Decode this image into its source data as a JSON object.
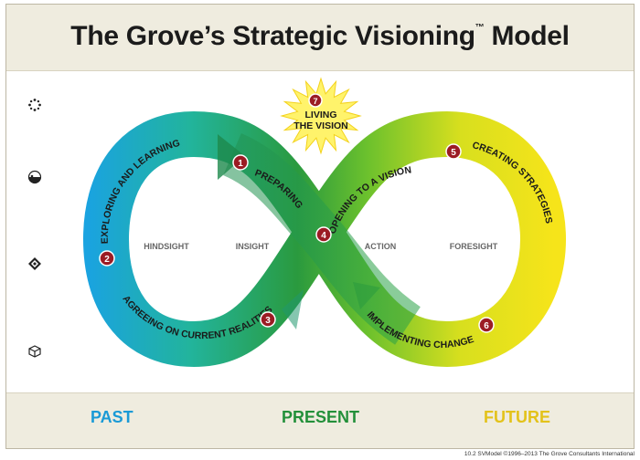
{
  "header": {
    "title": "The Grove’s Strategic Visioning",
    "trademark": "™",
    "title_end": " Model"
  },
  "stages": [
    {
      "num": "1",
      "label": "PREPARING"
    },
    {
      "num": "2",
      "label": "EXPLORING AND LEARNING"
    },
    {
      "num": "3",
      "label": "AGREEING ON CURRENT REALITIES"
    },
    {
      "num": "4",
      "label": "OPENING TO A VISION"
    },
    {
      "num": "5",
      "label": "CREATING STRATEGIES"
    },
    {
      "num": "6",
      "label": "IMPLEMENTING CHANGE"
    },
    {
      "num": "7",
      "label_line1": "LIVING",
      "label_line2": "THE VISION"
    }
  ],
  "zones": {
    "hindsight": "HINDSIGHT",
    "insight": "INSIGHT",
    "action": "ACTION",
    "foresight": "FORESIGHT"
  },
  "footer": {
    "past": "PAST",
    "present": "PRESENT",
    "future": "FUTURE"
  },
  "colors": {
    "past": "#1a9ad6",
    "present": "#23903a",
    "future": "#e3c21a",
    "badge": "#9b1c24"
  },
  "copyright": "10.2 SVModel ©1996–2013 The Grove Consultants International"
}
